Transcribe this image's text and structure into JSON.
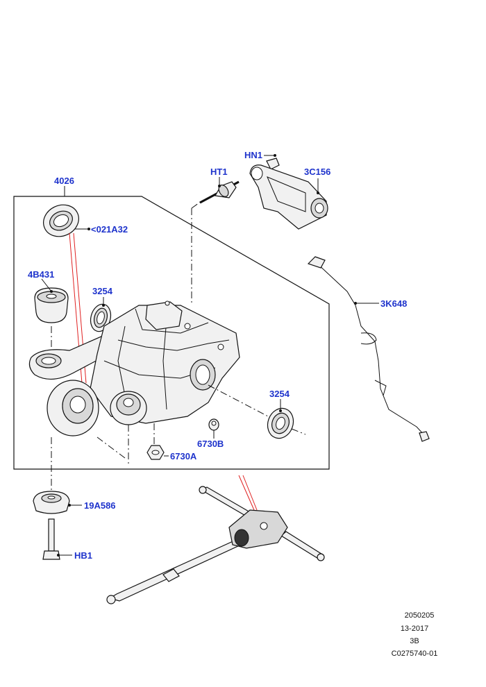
{
  "diagram": {
    "callouts": {
      "c4026": "4026",
      "c021a32": "<021A32",
      "c4b431": "4B431",
      "c3254a": "3254",
      "c3254b": "3254",
      "cht1": "HT1",
      "chn1": "HN1",
      "c3c156": "3C156",
      "c3k648": "3K648",
      "c6730b": "6730B",
      "c6730a": "6730A",
      "c19a586": "19A586",
      "chb1": "HB1"
    },
    "callout_color": "#1e33cc",
    "highlight_color": "#e02020"
  },
  "footer": {
    "line1": "2050205",
    "line2": "13-2017",
    "line3": "3B",
    "line4": "C0275740-01"
  }
}
